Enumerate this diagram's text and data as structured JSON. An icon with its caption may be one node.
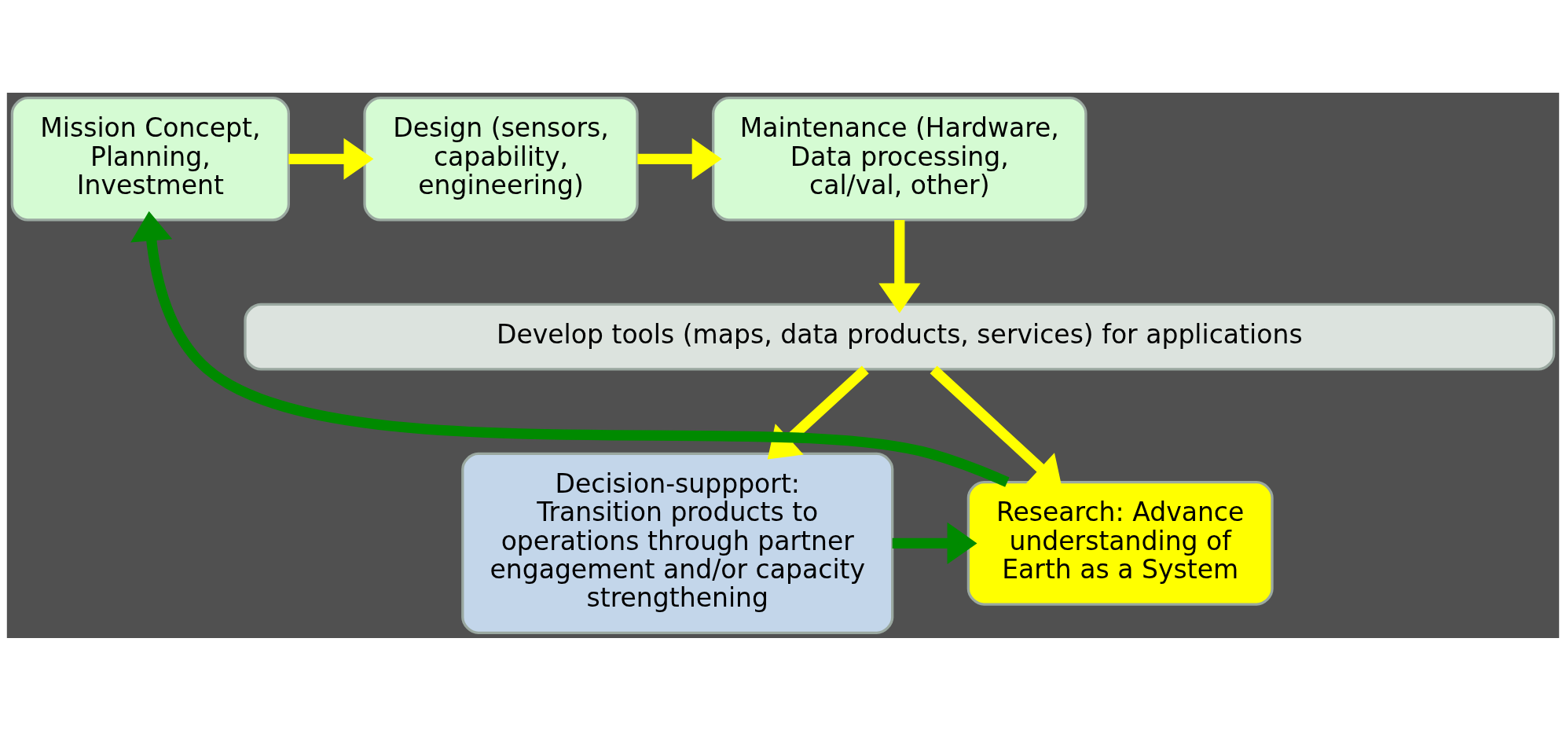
{
  "diagram": {
    "nodes": [
      {
        "text": [
          "Mission Concept, Planning, Investment"
        ]
      },
      {
        "text": [
          "Design (sensors, capability, engineering)"
        ]
      },
      {
        "text": [
          "Maintenance (Hardware, Data processing, cal/val, other)"
        ]
      },
      {
        "text": [
          "Develop tools (maps, data products, services) for applications"
        ]
      },
      {
        "text": [
          "Research: Advance understanding of Earth as a System"
        ]
      },
      {
        "text": [
          "Decision-suppport: Transition products to operations through partner engagement and/or capacity strengthening"
        ]
      }
    ],
    "edges": [
      {
        "from": 0,
        "to": 1,
        "arrow": "to"
      },
      {
        "from": 1,
        "to": 2,
        "arrow": "to"
      },
      {
        "from": 2,
        "to": 3,
        "arrow": "to"
      },
      {
        "from": 3,
        "to": 4,
        "arrow": "to"
      },
      {
        "from": 3,
        "to": 5,
        "arrow": "to"
      },
      {
        "from": 5,
        "to": 4,
        "arrow": "to",
        "color": "#008a00"
      },
      {
        "from": 4,
        "to": 0,
        "arrow": "to",
        "color": "#008a00"
      }
    ]
  }
}
